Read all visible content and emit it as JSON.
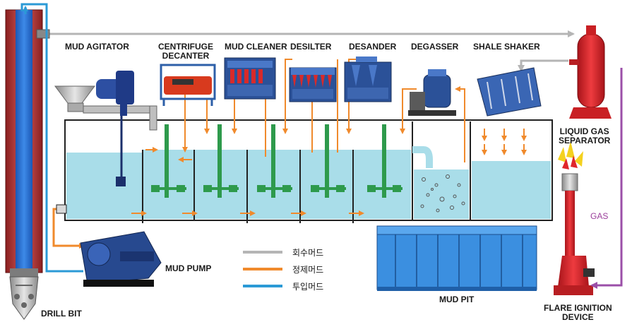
{
  "labels": {
    "mud_agitator": "MUD AGITATOR",
    "centrifuge": [
      "CENTRIFUGE",
      "DECANTER"
    ],
    "mud_cleaner": "MUD CLEANER",
    "desilter": "DESILTER",
    "desander": "DESANDER",
    "degasser": "DEGASSER",
    "shale_shaker": "SHALE SHAKER",
    "liquid_gas_separator": [
      "LIQUID GAS",
      "SEPARATOR"
    ],
    "gas": "GAS",
    "mud_pump": "MUD PUMP",
    "mud_pit": "MUD PIT",
    "drill_bit": "DRILL BIT",
    "flare": [
      "FLARE IGNITION",
      "DEVICE"
    ]
  },
  "legend": [
    {
      "label": "회수머드",
      "color": "#b5b5b5"
    },
    {
      "label": "정제머드",
      "color": "#f08a2c"
    },
    {
      "label": "투입머드",
      "color": "#2b9ad6"
    }
  ],
  "colors": {
    "return_mud": "#b5b5b5",
    "treated_mud": "#f08a2c",
    "injected_mud": "#2b9ad6",
    "gas_line": "#9b4fa8",
    "water": "#a9dde9",
    "stirrer": "#2e9a4c",
    "equipment_blue": "#2d5fa8",
    "separator_red": "#d9262c"
  },
  "icons": [
    "drill-string",
    "drill-bit",
    "mud-agitator",
    "centrifuge-decanter",
    "mud-cleaner",
    "desilter",
    "desander",
    "degasser",
    "shale-shaker",
    "liquid-gas-separator",
    "flare-ignition-device",
    "mud-pump",
    "mud-pit-tank"
  ]
}
